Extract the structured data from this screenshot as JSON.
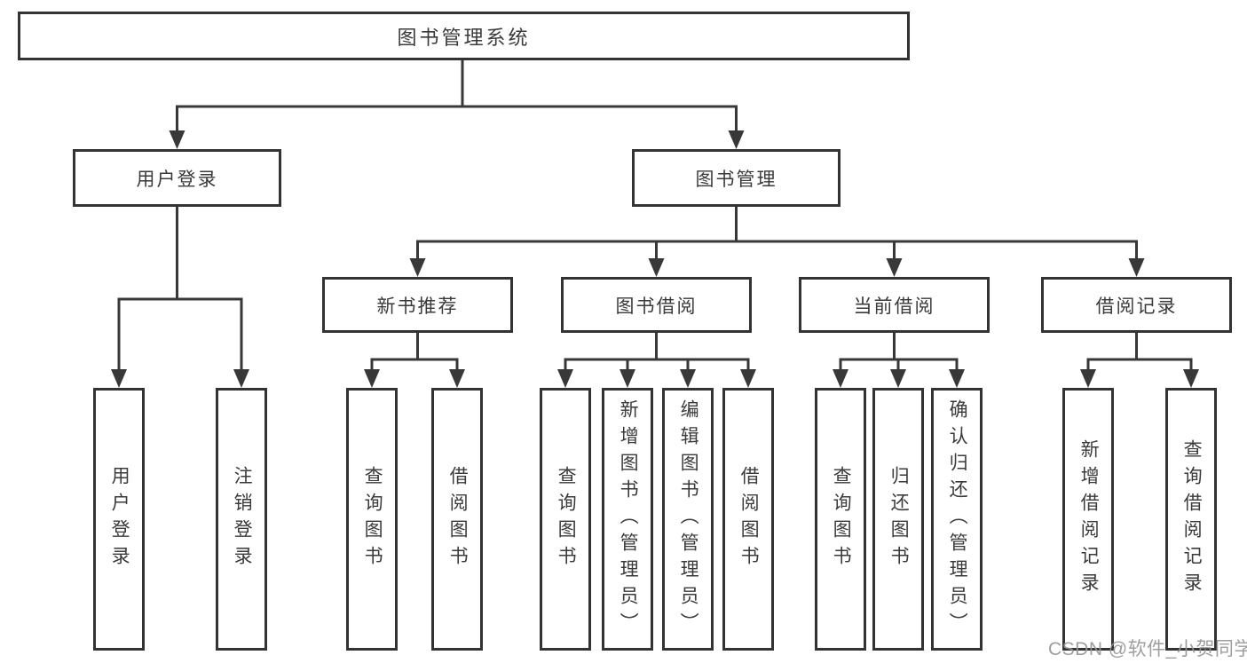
{
  "root": {
    "label": "图书管理系统"
  },
  "user_login": {
    "label": "用户登录",
    "children": [
      {
        "label": "用户登录"
      },
      {
        "label": "注销登录"
      }
    ]
  },
  "book_mgmt": {
    "label": "图书管理",
    "sections": [
      {
        "label": "新书推荐",
        "children": [
          {
            "label": "查询图书"
          },
          {
            "label": "借阅图书"
          }
        ]
      },
      {
        "label": "图书借阅",
        "children": [
          {
            "label": "查询图书"
          },
          {
            "label": "新增图书（管理员）"
          },
          {
            "label": "编辑图书（管理员）"
          },
          {
            "label": "借阅图书"
          }
        ]
      },
      {
        "label": "当前借阅",
        "children": [
          {
            "label": "查询图书"
          },
          {
            "label": "归还图书"
          },
          {
            "label": "确认归还（管理员）"
          }
        ]
      },
      {
        "label": "借阅记录",
        "children": [
          {
            "label": "新增借阅记录"
          },
          {
            "label": "查询借阅记录"
          }
        ]
      }
    ]
  },
  "watermark": "CSDN @软件_小贺同学",
  "colors": {
    "line": "#383838",
    "border": "#333333",
    "text": "#3a3a3a",
    "box_fill": "#ffffff",
    "watermark_text": "#969696"
  }
}
